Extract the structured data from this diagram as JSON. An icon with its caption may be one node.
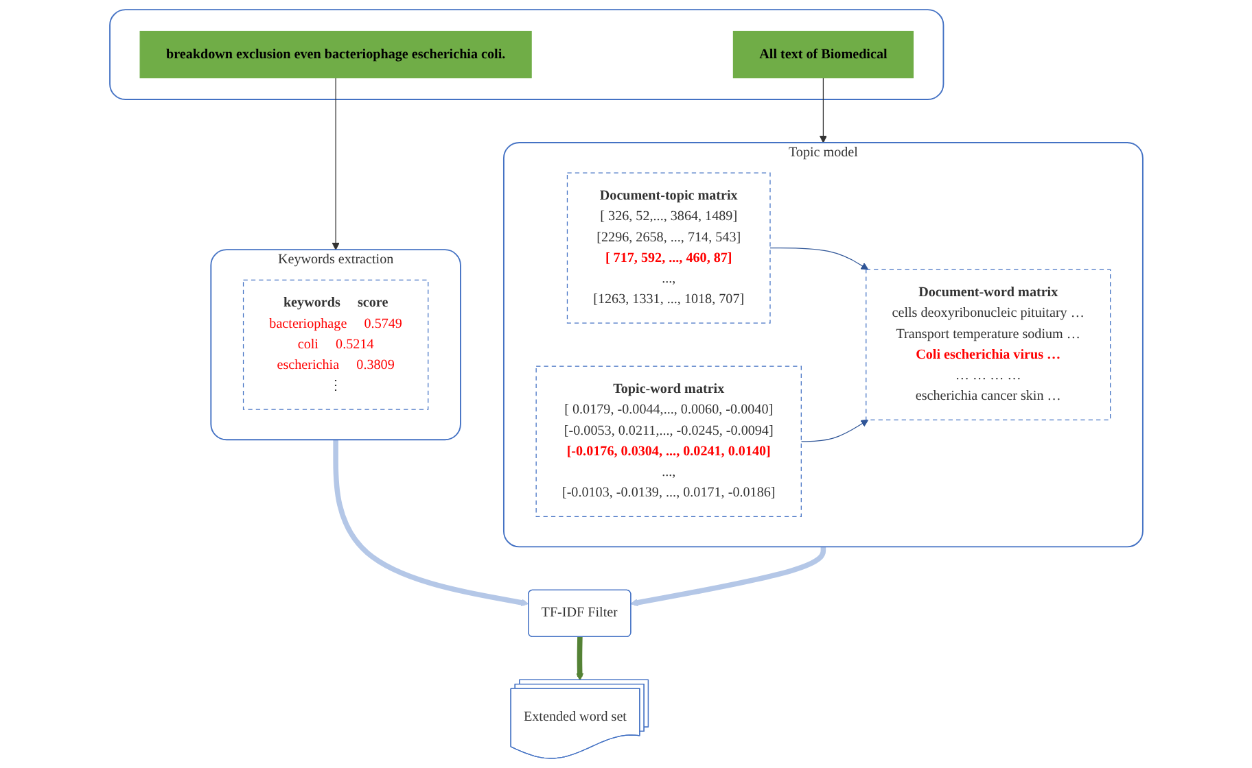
{
  "diagram": {
    "nodes": [
      {
        "text": [],
        "shape": "box"
      },
      {
        "text": [
          "breakdown exclusion even bacteriophage escherichia coli."
        ],
        "in": 0
      },
      {
        "text": [
          "All text of Biomedical"
        ],
        "in": 0
      },
      {
        "text": [
          "Keywords extraction"
        ]
      },
      {
        "text": [
          "keywords",
          "score",
          "bacteriophage",
          "0.5749",
          "coli",
          "0.5214",
          "escherichia",
          "0.3809",
          "⋮"
        ],
        "in": 3
      },
      {
        "text": [
          "TF-IDF Filter"
        ]
      },
      {
        "text": [
          "Topic model"
        ]
      },
      {
        "text": [
          "Document-word matrix",
          "cells deoxyribonucleic pituitary …",
          "Transport temperature sodium …",
          "Coli escherichia virus …",
          "… … … …",
          "escherichia cancer skin …"
        ],
        "in": 6
      },
      {
        "text": [
          "Document-topic matrix",
          "[ 326, 52,..., 3864, 1489]",
          "[2296, 2658, ..., 714, 543]",
          "[ 717, 592, ..., 460, 87]",
          "...,",
          "[1263, 1331, ..., 1018, 707]"
        ],
        "in": 6
      },
      {
        "text": [
          "Topic-word matrix",
          "[ 0.0179, -0.0044,..., 0.0060, -0.0040]",
          "[-0.0053, 0.0211,..., -0.0245, -0.0094]",
          "[-0.0176, 0.0304, ..., 0.0241, 0.0140]",
          "...,",
          "[-0.0103, -0.0139, ..., 0.0171, -0.0186]"
        ],
        "in": 6
      },
      {
        "text": [
          "Extended word set"
        ]
      }
    ],
    "edges": [
      {
        "from": 1,
        "to": 3,
        "arrow": "to"
      },
      {
        "from": 2,
        "to": 6,
        "arrow": "to"
      },
      {
        "from": 3,
        "to": 5,
        "arrow": "to",
        "style": "thick",
        "color": "#b4c7e7"
      },
      {
        "from": 6,
        "to": 5,
        "arrow": "to",
        "style": "thick",
        "color": "#b4c7e7"
      },
      {
        "from": 5,
        "to": 10,
        "arrow": "to",
        "style": "thick",
        "color": "#548235"
      },
      {
        "from": 8,
        "to": 7,
        "arrow": "to",
        "color": "#2f5597"
      },
      {
        "from": 9,
        "to": 7,
        "arrow": "to",
        "color": "#2f5597"
      }
    ]
  }
}
